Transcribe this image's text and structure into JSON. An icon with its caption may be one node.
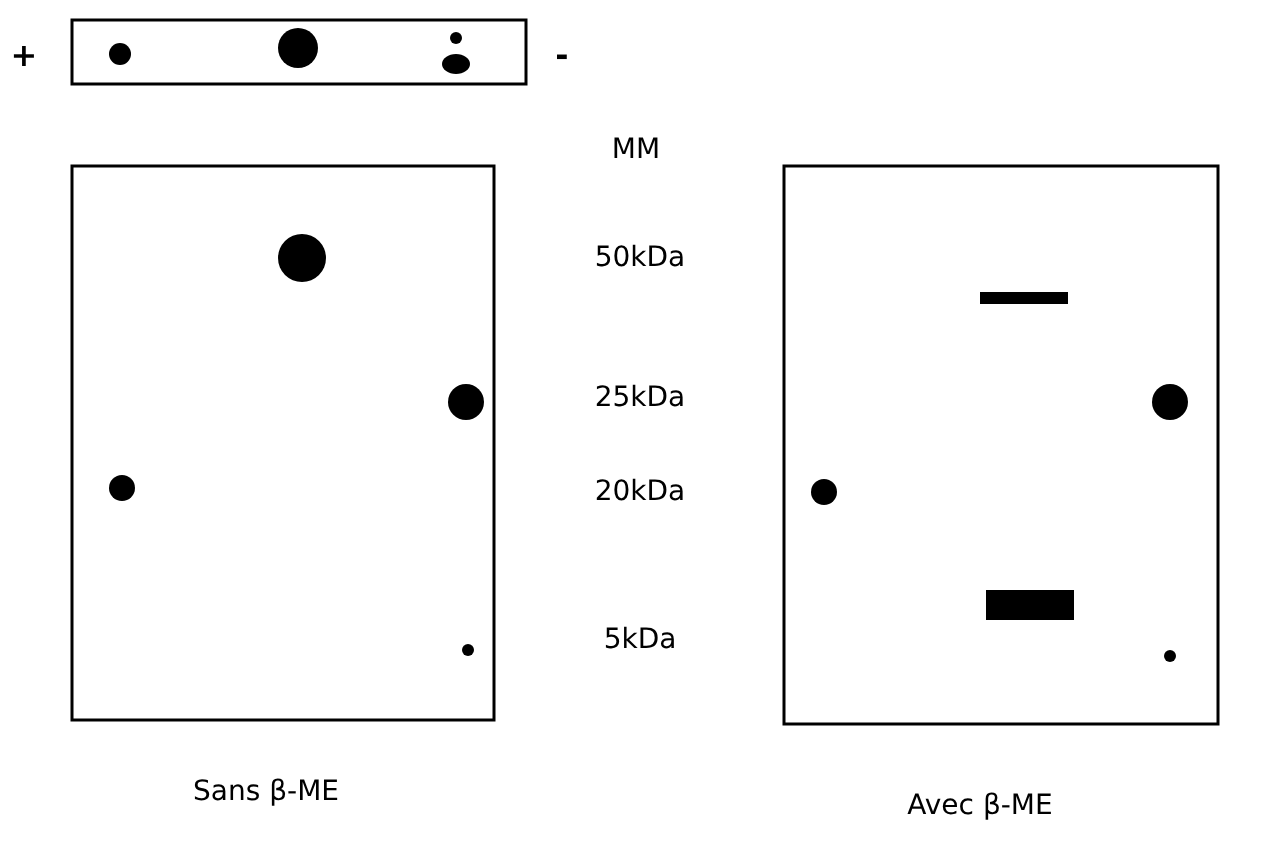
{
  "diagram": {
    "labels": [
      "+",
      "-",
      "MM",
      "50kDa",
      "25kDa",
      "20kDa",
      "5kDa",
      "Sans β-ME",
      "Avec β-ME"
    ]
  }
}
